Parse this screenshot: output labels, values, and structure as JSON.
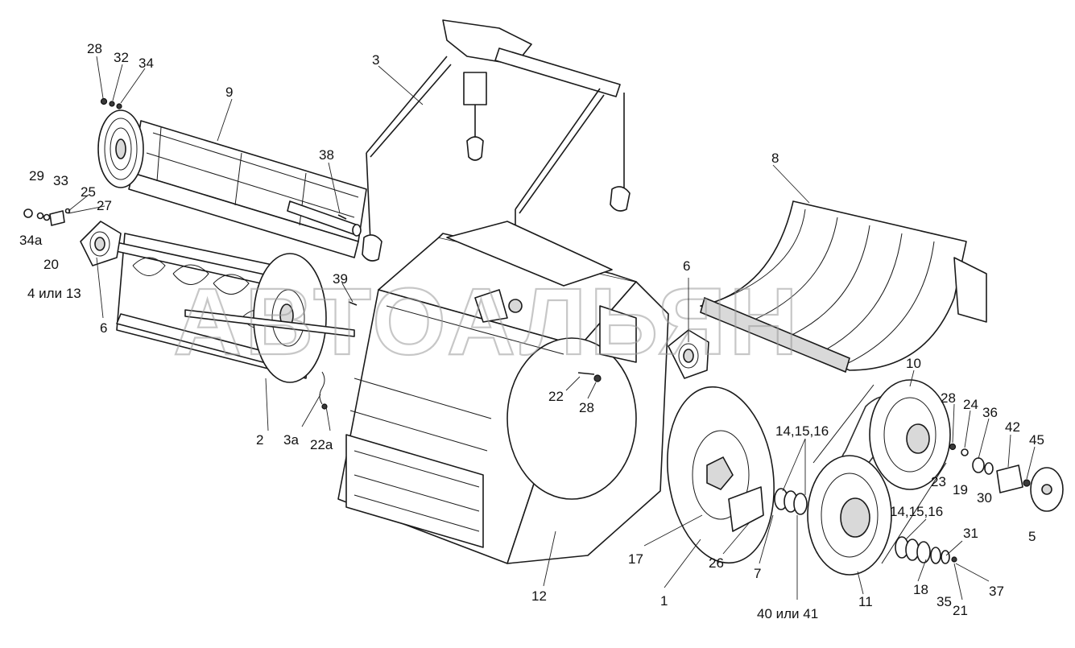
{
  "watermark": "АВТОАЛЬЯН",
  "labels": {
    "l1": "1",
    "l2": "2",
    "l3": "3",
    "l3a": "3а",
    "l4or13": "4 или 13",
    "l5": "5",
    "l6a": "6",
    "l6b": "6",
    "l7": "7",
    "l8": "8",
    "l9": "9",
    "l10": "10",
    "l11": "11",
    "l12": "12",
    "l14a": "14,15,16",
    "l14b": "14,15,16",
    "l17": "17",
    "l18": "18",
    "l19": "19",
    "l20": "20",
    "l21": "21",
    "l22": "22",
    "l22a": "22а",
    "l23": "23",
    "l24": "24",
    "l25": "25",
    "l26": "26",
    "l27": "27",
    "l28a": "28",
    "l28b": "28",
    "l28c": "28",
    "l29": "29",
    "l30": "30",
    "l31": "31",
    "l32": "32",
    "l33": "33",
    "l34": "34",
    "l34a": "34а",
    "l35": "35",
    "l36": "36",
    "l37": "37",
    "l38": "38",
    "l39": "39",
    "l40or41": "40 или 41",
    "l42": "42",
    "l45": "45"
  }
}
